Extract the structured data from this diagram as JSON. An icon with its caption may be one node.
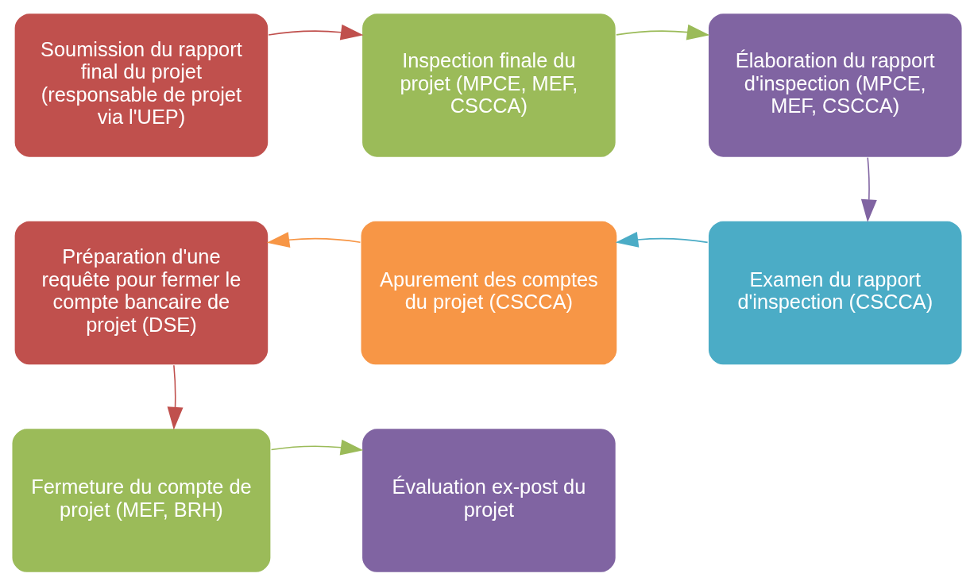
{
  "diagram": {
    "nodes": [
      {
        "text": [
          "Soumission du rapport final du projet (responsable de projet via l'UEP)"
        ]
      },
      {
        "text": [
          "Inspection finale du projet (MPCE, MEF, CSCCA)"
        ]
      },
      {
        "text": [
          "Élaboration du rapport d'inspection (MPCE, MEF, CSCCA)"
        ]
      },
      {
        "text": [
          "Examen du rapport d'inspection (CSCCA)"
        ]
      },
      {
        "text": [
          "Apurement des comptes du projet (CSCCA)"
        ]
      },
      {
        "text": [
          "Préparation d'une requête pour fermer le compte bancaire de projet (DSE)"
        ]
      },
      {
        "text": [
          "Fermeture du compte de projet (MEF, BRH)"
        ]
      },
      {
        "text": [
          "Évaluation ex-post du projet"
        ]
      }
    ],
    "edges": [
      {
        "from": 0,
        "to": 1,
        "arrow": "to",
        "color": "#c0504d"
      },
      {
        "from": 1,
        "to": 2,
        "arrow": "to",
        "color": "#9bbb59"
      },
      {
        "from": 2,
        "to": 3,
        "arrow": "to",
        "color": "#8064a2"
      },
      {
        "from": 3,
        "to": 4,
        "arrow": "to",
        "color": "#4bacc6"
      },
      {
        "from": 4,
        "to": 5,
        "arrow": "to",
        "color": "#f79646"
      },
      {
        "from": 5,
        "to": 6,
        "arrow": "to",
        "color": "#c0504d"
      },
      {
        "from": 6,
        "to": 7,
        "arrow": "to",
        "color": "#9bbb59"
      }
    ]
  }
}
